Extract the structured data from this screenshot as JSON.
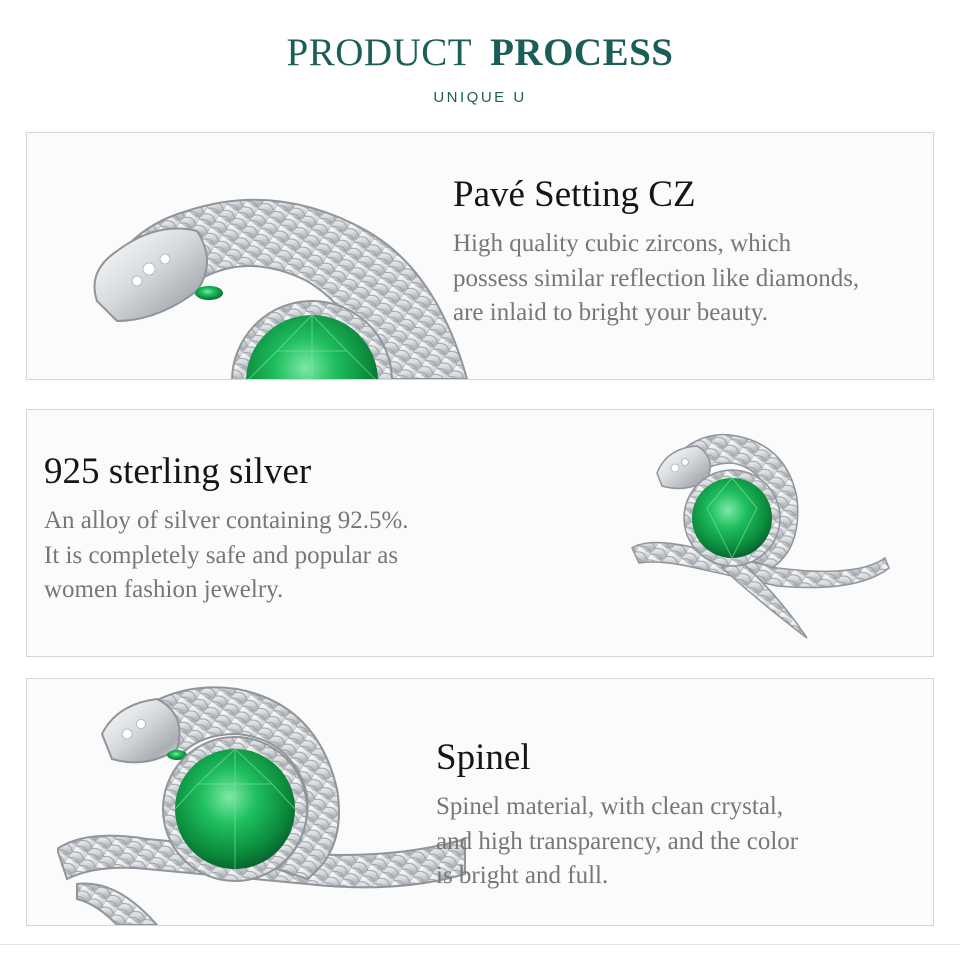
{
  "header": {
    "title_light": "PRODUCT",
    "title_bold": "PROCESS",
    "subtitle": "UNIQUE U"
  },
  "features": [
    {
      "title": "Pavé Setting CZ",
      "description": [
        "High quality cubic zircons, which",
        "possess similar reflection like diamonds,",
        "are inlaid to bright your beauty."
      ]
    },
    {
      "title": "925 sterling silver",
      "description": [
        "An alloy of silver containing 92.5%.",
        "It is completely safe and popular as",
        "women fashion jewelry."
      ]
    },
    {
      "title": "Spinel",
      "description": [
        "Spinel material, with clean crystal,",
        "and high transparency, and the color",
        "is bright and full."
      ]
    }
  ],
  "colors": {
    "accent_teal": "#1b5e57",
    "gem_green": "#12a44e",
    "silver": "#cfd3d6",
    "panel_border": "#d6d6d6",
    "body_text": "#777777",
    "title_text": "#151515"
  }
}
